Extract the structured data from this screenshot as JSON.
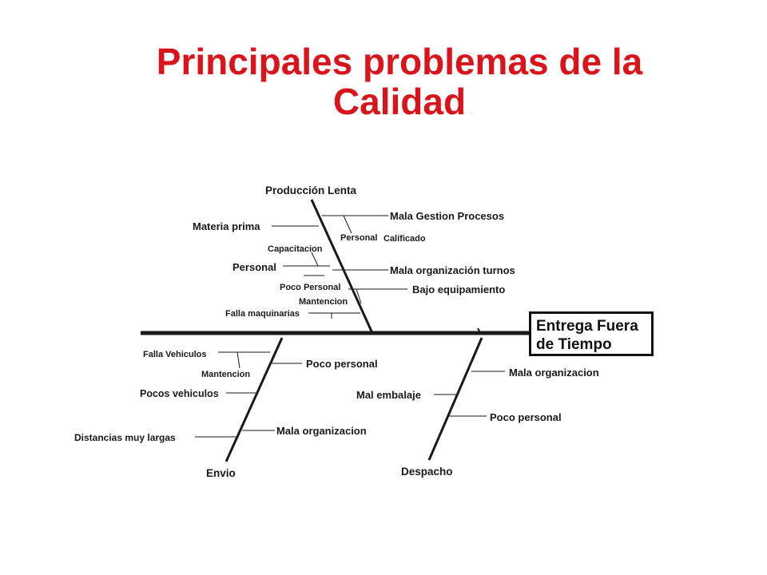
{
  "title": {
    "line1": "Principales problemas de la",
    "line2": "Calidad"
  },
  "effect": {
    "line1": "Entrega Fuera",
    "line2": "de Tiempo"
  },
  "categories": {
    "produccion": "Producción Lenta",
    "envio": "Envio",
    "despacho": "Despacho"
  },
  "causes": {
    "produccion": {
      "mala_gestion": "Mala Gestion Procesos",
      "personal_left": "Personal",
      "calificado": "Calificado",
      "materia_prima": "Materia prima",
      "capacitacion": "Capacitacion",
      "personal": "Personal",
      "mala_org_turnos": "Mala organización turnos",
      "poco_personal": "Poco Personal",
      "bajo_equipamiento": "Bajo equipamiento",
      "mantencion": "Mantencion",
      "falla_maquinarias": "Falla maquinarias"
    },
    "envio": {
      "falla_vehiculos": "Falla  Vehiculos",
      "mantencion": "Mantencion",
      "poco_personal": "Poco personal",
      "pocos_vehiculos": "Pocos vehiculos",
      "mala_organizacion": "Mala organizacion",
      "distancias": "Distancias muy largas"
    },
    "despacho": {
      "mala_organizacion": "Mala organizacion",
      "mal_embalaje": "Mal embalaje",
      "poco_personal": "Poco personal"
    }
  },
  "colors": {
    "title": "#d9141a",
    "lines": "#1a1a1a"
  }
}
